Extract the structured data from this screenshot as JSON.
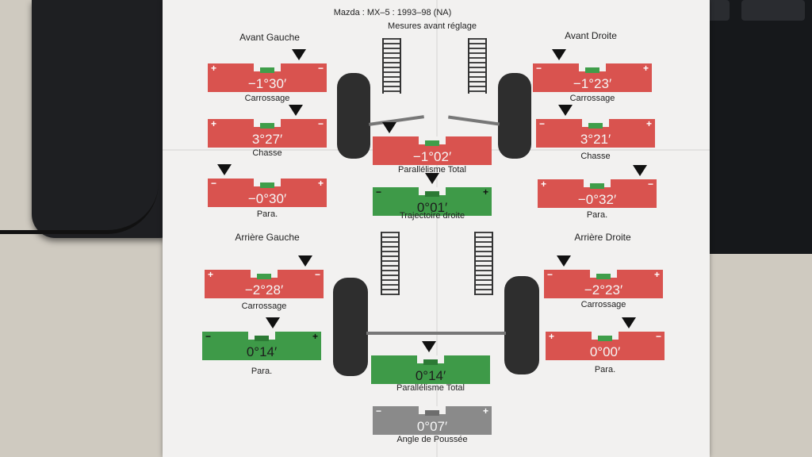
{
  "sheet": {
    "vehicle": "Mazda : MX–5 : 1993–98 (NA)",
    "subtitle": "Mesures avant réglage"
  },
  "front": {
    "left_title": "Avant Gauche",
    "right_title": "Avant Droite",
    "camber_label": "Carrossage",
    "caster_label": "Chasse",
    "para_label": "Para.",
    "left_camber": "−1°30′",
    "left_caster": "3°27′",
    "left_para": "−0°30′",
    "right_camber": "−1°23′",
    "right_caster": "3°21′",
    "right_para": "−0°32′",
    "total_toe_label": "Parallélisme Total",
    "total_toe": "−1°02′",
    "thrust_label": "Trajectoire droite",
    "thrust": "0°01′"
  },
  "rear": {
    "left_title": "Arrière Gauche",
    "right_title": "Arrière Droite",
    "camber_label": "Carrossage",
    "para_label": "Para.",
    "left_camber": "−2°28′",
    "left_para": "0°14′",
    "right_camber": "−2°23′",
    "right_para": "0°00′",
    "total_toe_label": "Parallélisme Total",
    "total_toe": "0°14′",
    "thrust_angle_label": "Angle de Poussée",
    "thrust_angle": "0°07′"
  },
  "signs": {
    "plus": "+",
    "minus": "−"
  },
  "colors": {
    "out_of_spec": "#d9534f",
    "in_spec": "#3e9a48",
    "neutral": "#8a8a8a",
    "paper": "#f2f1f0"
  },
  "icons": [
    "pointer-arrow-icon",
    "wheel-icon",
    "coil-spring-icon"
  ]
}
